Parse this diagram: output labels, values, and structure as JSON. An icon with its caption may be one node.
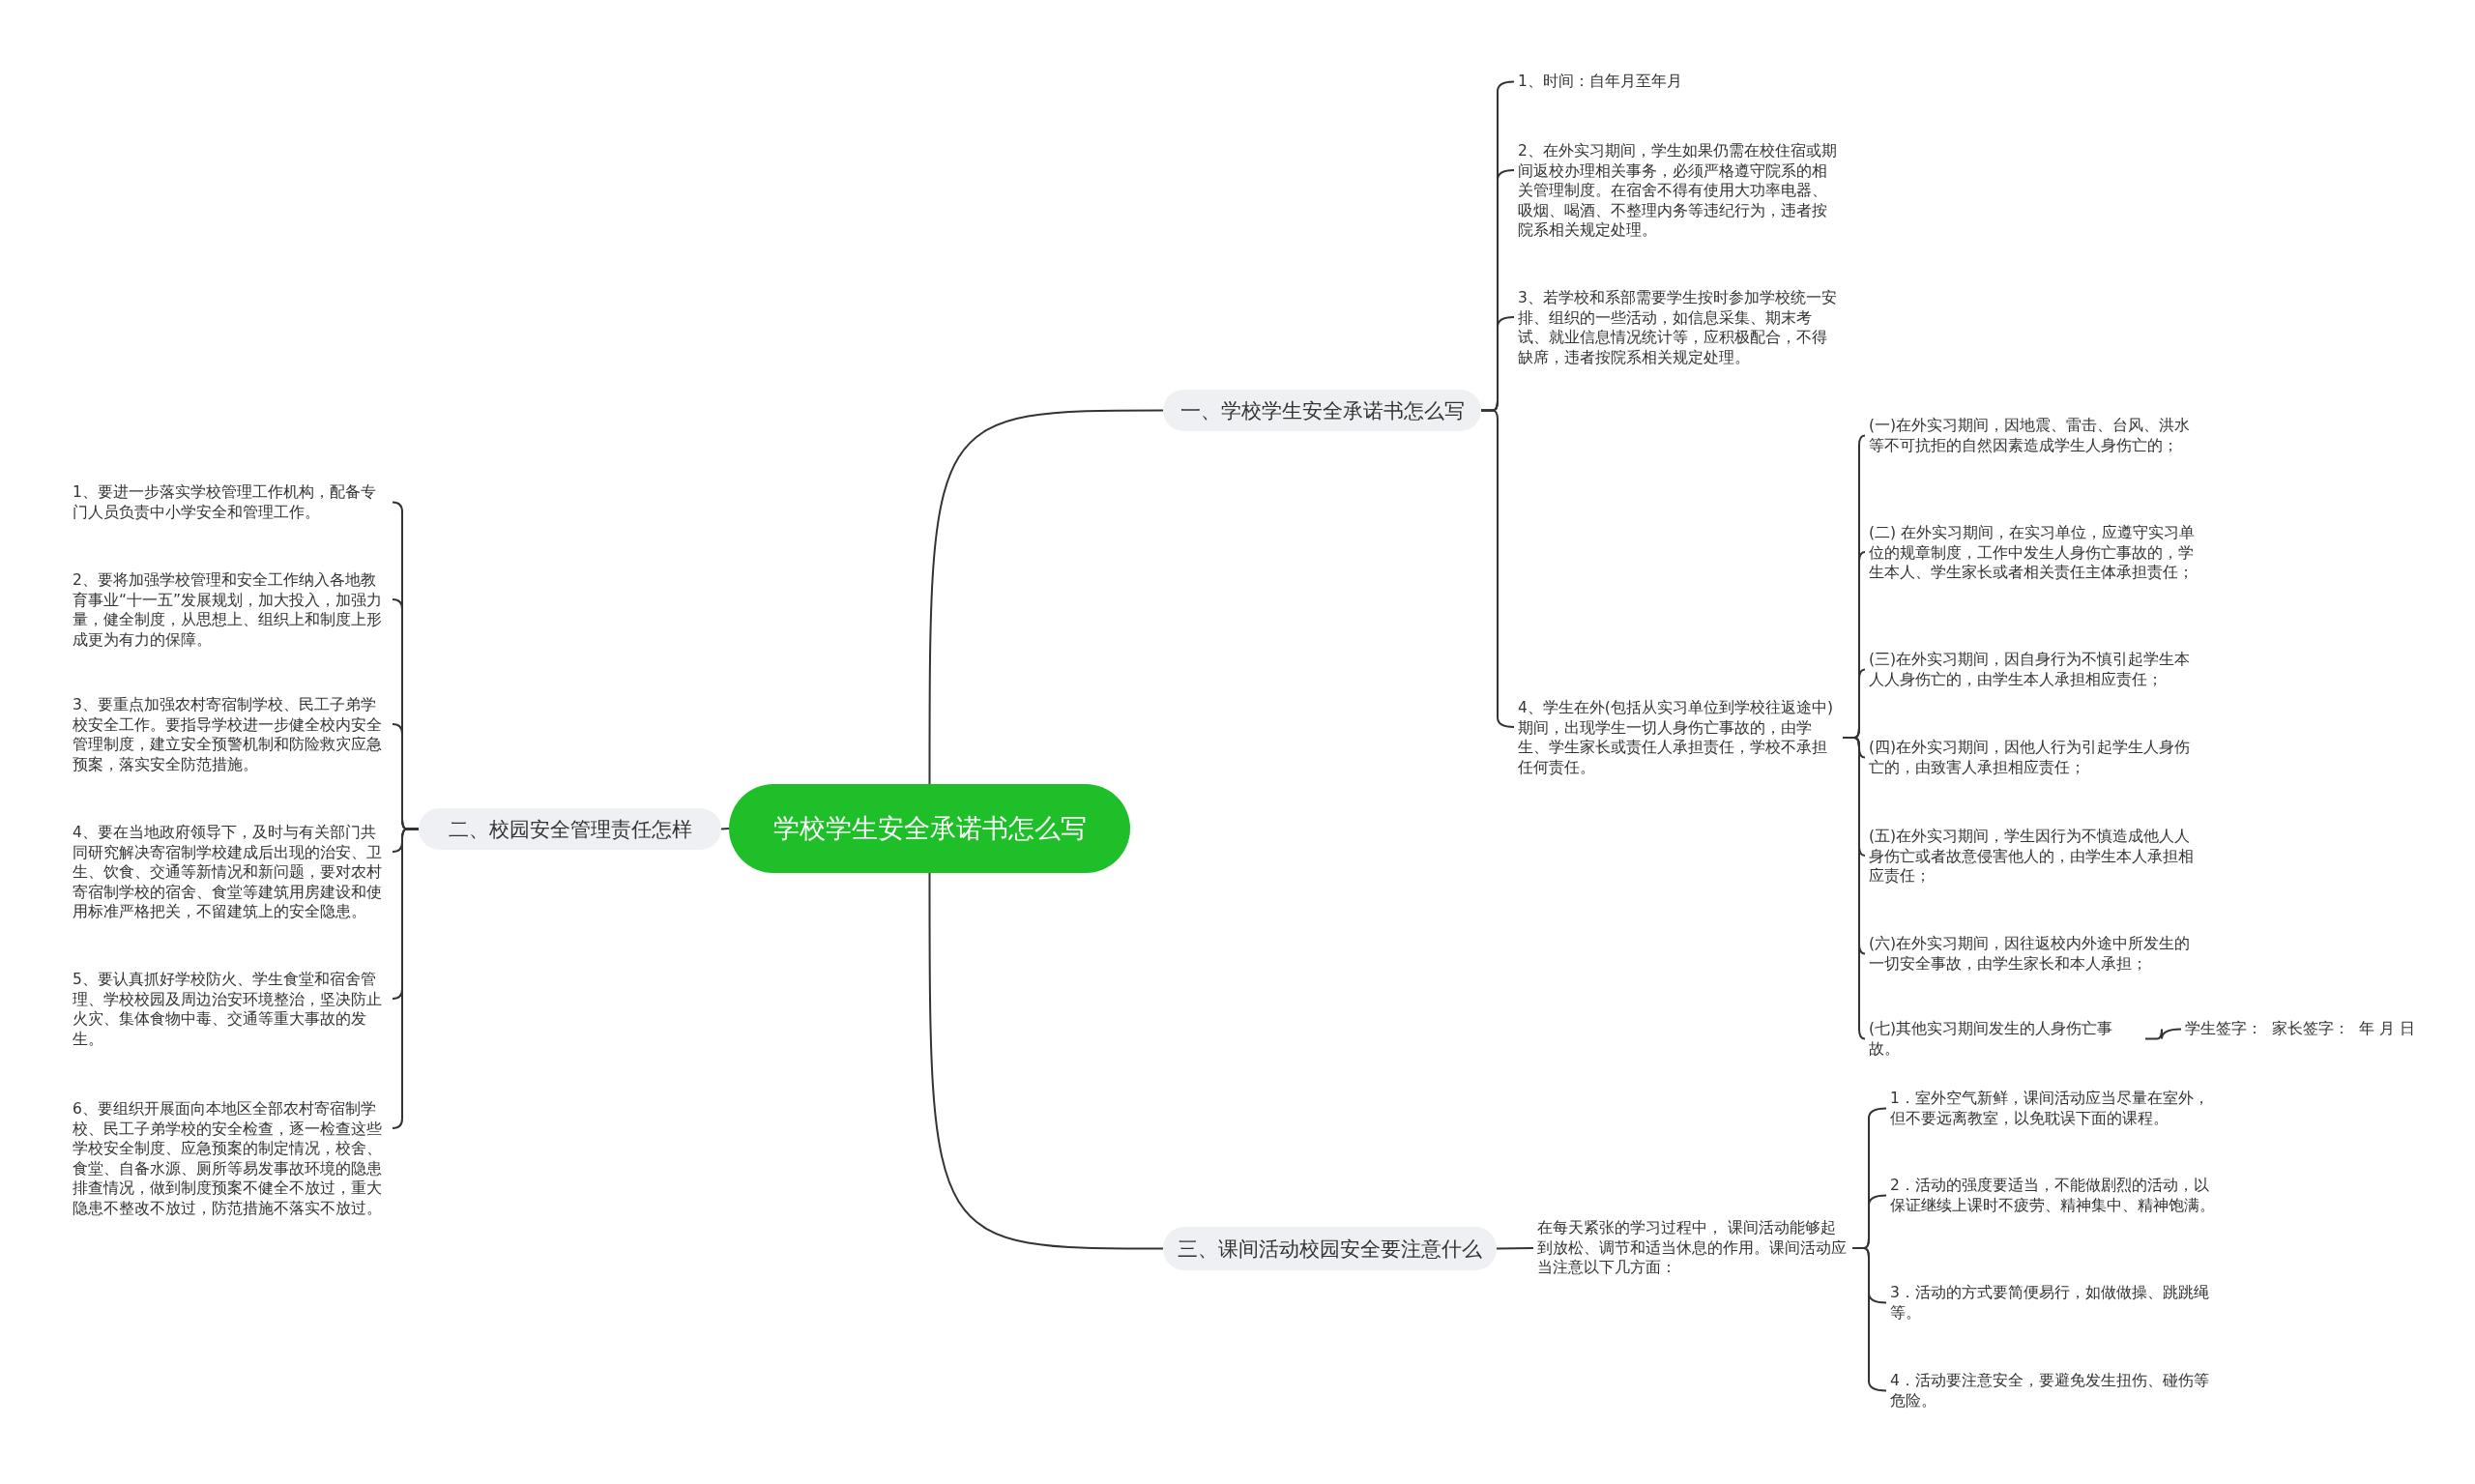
{
  "diagram": {
    "nodes": [
      {
        "text": [
          "学校学生安全承诺书怎么写"
        ]
      },
      {
        "text": [
          "一、学校学生安全承诺书怎么写"
        ]
      },
      {
        "text": [
          "二、校园安全管理责任怎样"
        ]
      },
      {
        "text": [
          "三、课间活动校园安全要注意什么"
        ]
      },
      {
        "text": [
          "1、时间：自年月至年月"
        ]
      },
      {
        "text": [
          "2、在外实习期间，学生如果仍需在校住宿或期间返校办理相关事务，必须严格遵守院系的相关管理制度。在宿舍不得有使用大功率电器、吸烟、喝酒、不整理内务等违纪行为，违者按院系相关规定处理。"
        ]
      },
      {
        "text": [
          "3、若学校和系部需要学生按时参加学校统一安排、组织的一些活动，如信息采集、期末考试、就业信息情况统计等，应积极配合，不得缺席，违者按院系相关规定处理。"
        ]
      },
      {
        "text": [
          "4、学生在外(包括从实习单位到学校往返途中)期间，出现学生一切人身伤亡事故的，由学生、学生家长或责任人承担责任，学校不承担任何责任。"
        ]
      },
      {
        "text": [
          "(一)在外实习期间，因地震、雷击、台风、洪水等不可抗拒的自然因素造成学生人身伤亡的；"
        ]
      },
      {
        "text": [
          "(二) 在外实习期间，在实习单位，应遵守实习单位的规章制度，工作中发生人身伤亡事故的，学生本人、学生家长或者相关责任主体承担责任；"
        ]
      },
      {
        "text": [
          "(三)在外实习期间，因自身行为不慎引起学生本人人身伤亡的，由学生本人承担相应责任；"
        ]
      },
      {
        "text": [
          "(四)在外实习期间，因他人行为引起学生人身伤亡的，由致害人承担相应责任；"
        ]
      },
      {
        "text": [
          "(五)在外实习期间，学生因行为不慎造成他人人身伤亡或者故意侵害他人的，由学生本人承担相应责任；"
        ]
      },
      {
        "text": [
          "(六)在外实习期间，因往返校内外途中所发生的一切安全事故，由学生家长和本人承担；"
        ]
      },
      {
        "text": [
          "(七)其他实习期间发生的人身伤亡事故。"
        ]
      },
      {
        "text": [
          "学生签字：  家长签字：  年 月 日"
        ]
      },
      {
        "text": [
          "1、要进一步落实学校管理工作机构，配备专门人员负责中小学安全和管理工作。"
        ]
      },
      {
        "text": [
          "2、要将加强学校管理和安全工作纳入各地教育事业“十一五”发展规划，加大投入，加强力量，健全制度，从思想上、组织上和制度上形成更为有力的保障。"
        ]
      },
      {
        "text": [
          "3、要重点加强农村寄宿制学校、民工子弟学校安全工作。要指导学校进一步健全校内安全管理制度，建立安全预警机制和防险救灾应急预案，落实安全防范措施。"
        ]
      },
      {
        "text": [
          "4、要在当地政府领导下，及时与有关部门共同研究解决寄宿制学校建成后出现的治安、卫生、饮食、交通等新情况和新问题，要对农村寄宿制学校的宿舍、食堂等建筑用房建设和使用标准严格把关，不留建筑上的安全隐患。"
        ]
      },
      {
        "text": [
          "5、要认真抓好学校防火、学生食堂和宿舍管理、学校校园及周边治安环境整治，坚决防止火灾、集体食物中毒、交通等重大事故的发生。"
        ]
      },
      {
        "text": [
          "6、要组织开展面向本地区全部农村寄宿制学校、民工子弟学校的安全检查，逐一检查这些学校安全制度、应急预案的制定情况，校舍、食堂、自备水源、厕所等易发事故环境的隐患排查情况，做到制度预案不健全不放过，重大隐患不整改不放过，防范措施不落实不放过。"
        ]
      },
      {
        "text": [
          "在每天紧张的学习过程中， 课间活动能够起到放松、调节和适当休息的作用。课间活动应当注意以下几方面："
        ]
      },
      {
        "text": [
          "1．室外空气新鲜，课间活动应当尽量在室外，但不要远离教室，以免耽误下面的课程。"
        ]
      },
      {
        "text": [
          "2．活动的强度要适当，不能做剧烈的活动，以保证继续上课时不疲劳、精神集中、精神饱满。"
        ]
      },
      {
        "text": [
          "3．活动的方式要简便易行，如做做操、跳跳绳等。"
        ]
      },
      {
        "text": [
          "4．活动要注意安全，要避免发生扭伤、碰伤等危险。"
        ]
      }
    ],
    "edges": [
      {
        "from": 0,
        "to": 1,
        "arrow": "none"
      },
      {
        "from": 0,
        "to": 2,
        "arrow": "none"
      },
      {
        "from": 0,
        "to": 3,
        "arrow": "none"
      },
      {
        "from": 1,
        "to": 4,
        "arrow": "none"
      },
      {
        "from": 1,
        "to": 5,
        "arrow": "none"
      },
      {
        "from": 1,
        "to": 6,
        "arrow": "none"
      },
      {
        "from": 1,
        "to": 7,
        "arrow": "none"
      },
      {
        "from": 7,
        "to": 8,
        "arrow": "none"
      },
      {
        "from": 7,
        "to": 9,
        "arrow": "none"
      },
      {
        "from": 7,
        "to": 10,
        "arrow": "none"
      },
      {
        "from": 7,
        "to": 11,
        "arrow": "none"
      },
      {
        "from": 7,
        "to": 12,
        "arrow": "none"
      },
      {
        "from": 7,
        "to": 13,
        "arrow": "none"
      },
      {
        "from": 7,
        "to": 14,
        "arrow": "none"
      },
      {
        "from": 14,
        "to": 15,
        "arrow": "none"
      },
      {
        "from": 2,
        "to": 16,
        "arrow": "none"
      },
      {
        "from": 2,
        "to": 17,
        "arrow": "none"
      },
      {
        "from": 2,
        "to": 18,
        "arrow": "none"
      },
      {
        "from": 2,
        "to": 19,
        "arrow": "none"
      },
      {
        "from": 2,
        "to": 20,
        "arrow": "none"
      },
      {
        "from": 2,
        "to": 21,
        "arrow": "none"
      },
      {
        "from": 3,
        "to": 22,
        "arrow": "none"
      },
      {
        "from": 22,
        "to": 23,
        "arrow": "none"
      },
      {
        "from": 22,
        "to": 24,
        "arrow": "none"
      },
      {
        "from": 22,
        "to": 25,
        "arrow": "none"
      },
      {
        "from": 22,
        "to": 26,
        "arrow": "none"
      }
    ]
  }
}
